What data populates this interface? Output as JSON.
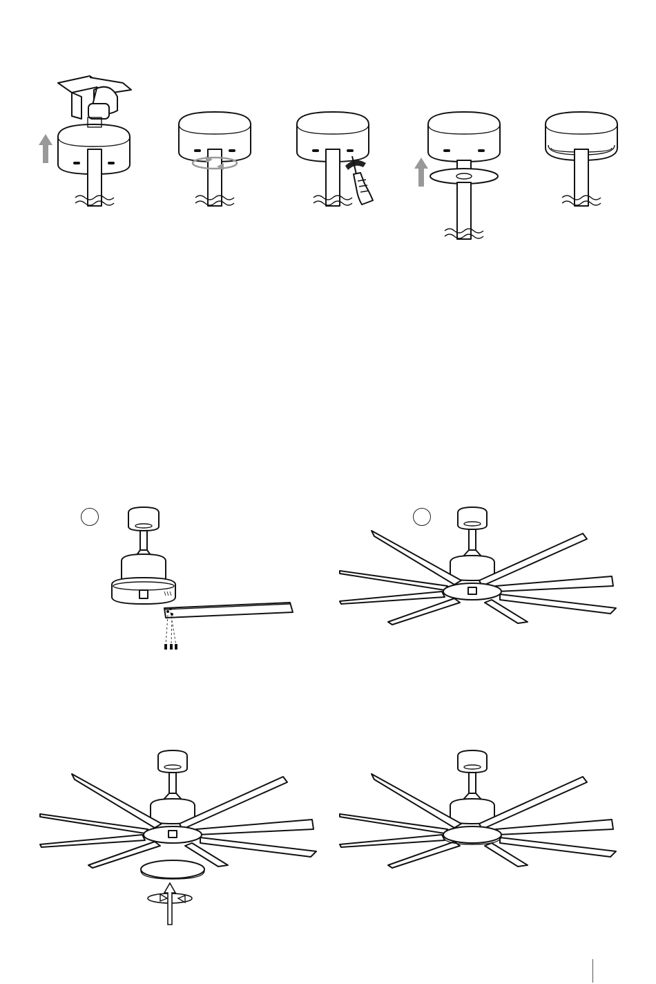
{
  "document": {
    "type": "installation-diagram",
    "top_steps": [
      "canopy-up",
      "twist-canopy",
      "tighten-screws",
      "ring-up",
      "canopy-finished"
    ],
    "bottom_steps": [
      "attach-blade",
      "all-blades-attached",
      "attach-light-kit",
      "fan-complete"
    ]
  },
  "colors": {
    "line": "#111111",
    "arrow": "#999999",
    "background": "#ffffff"
  },
  "icons": [
    "up-arrow-icon",
    "rotate-arrow-icon",
    "screwdriver-icon",
    "screw-icon"
  ]
}
